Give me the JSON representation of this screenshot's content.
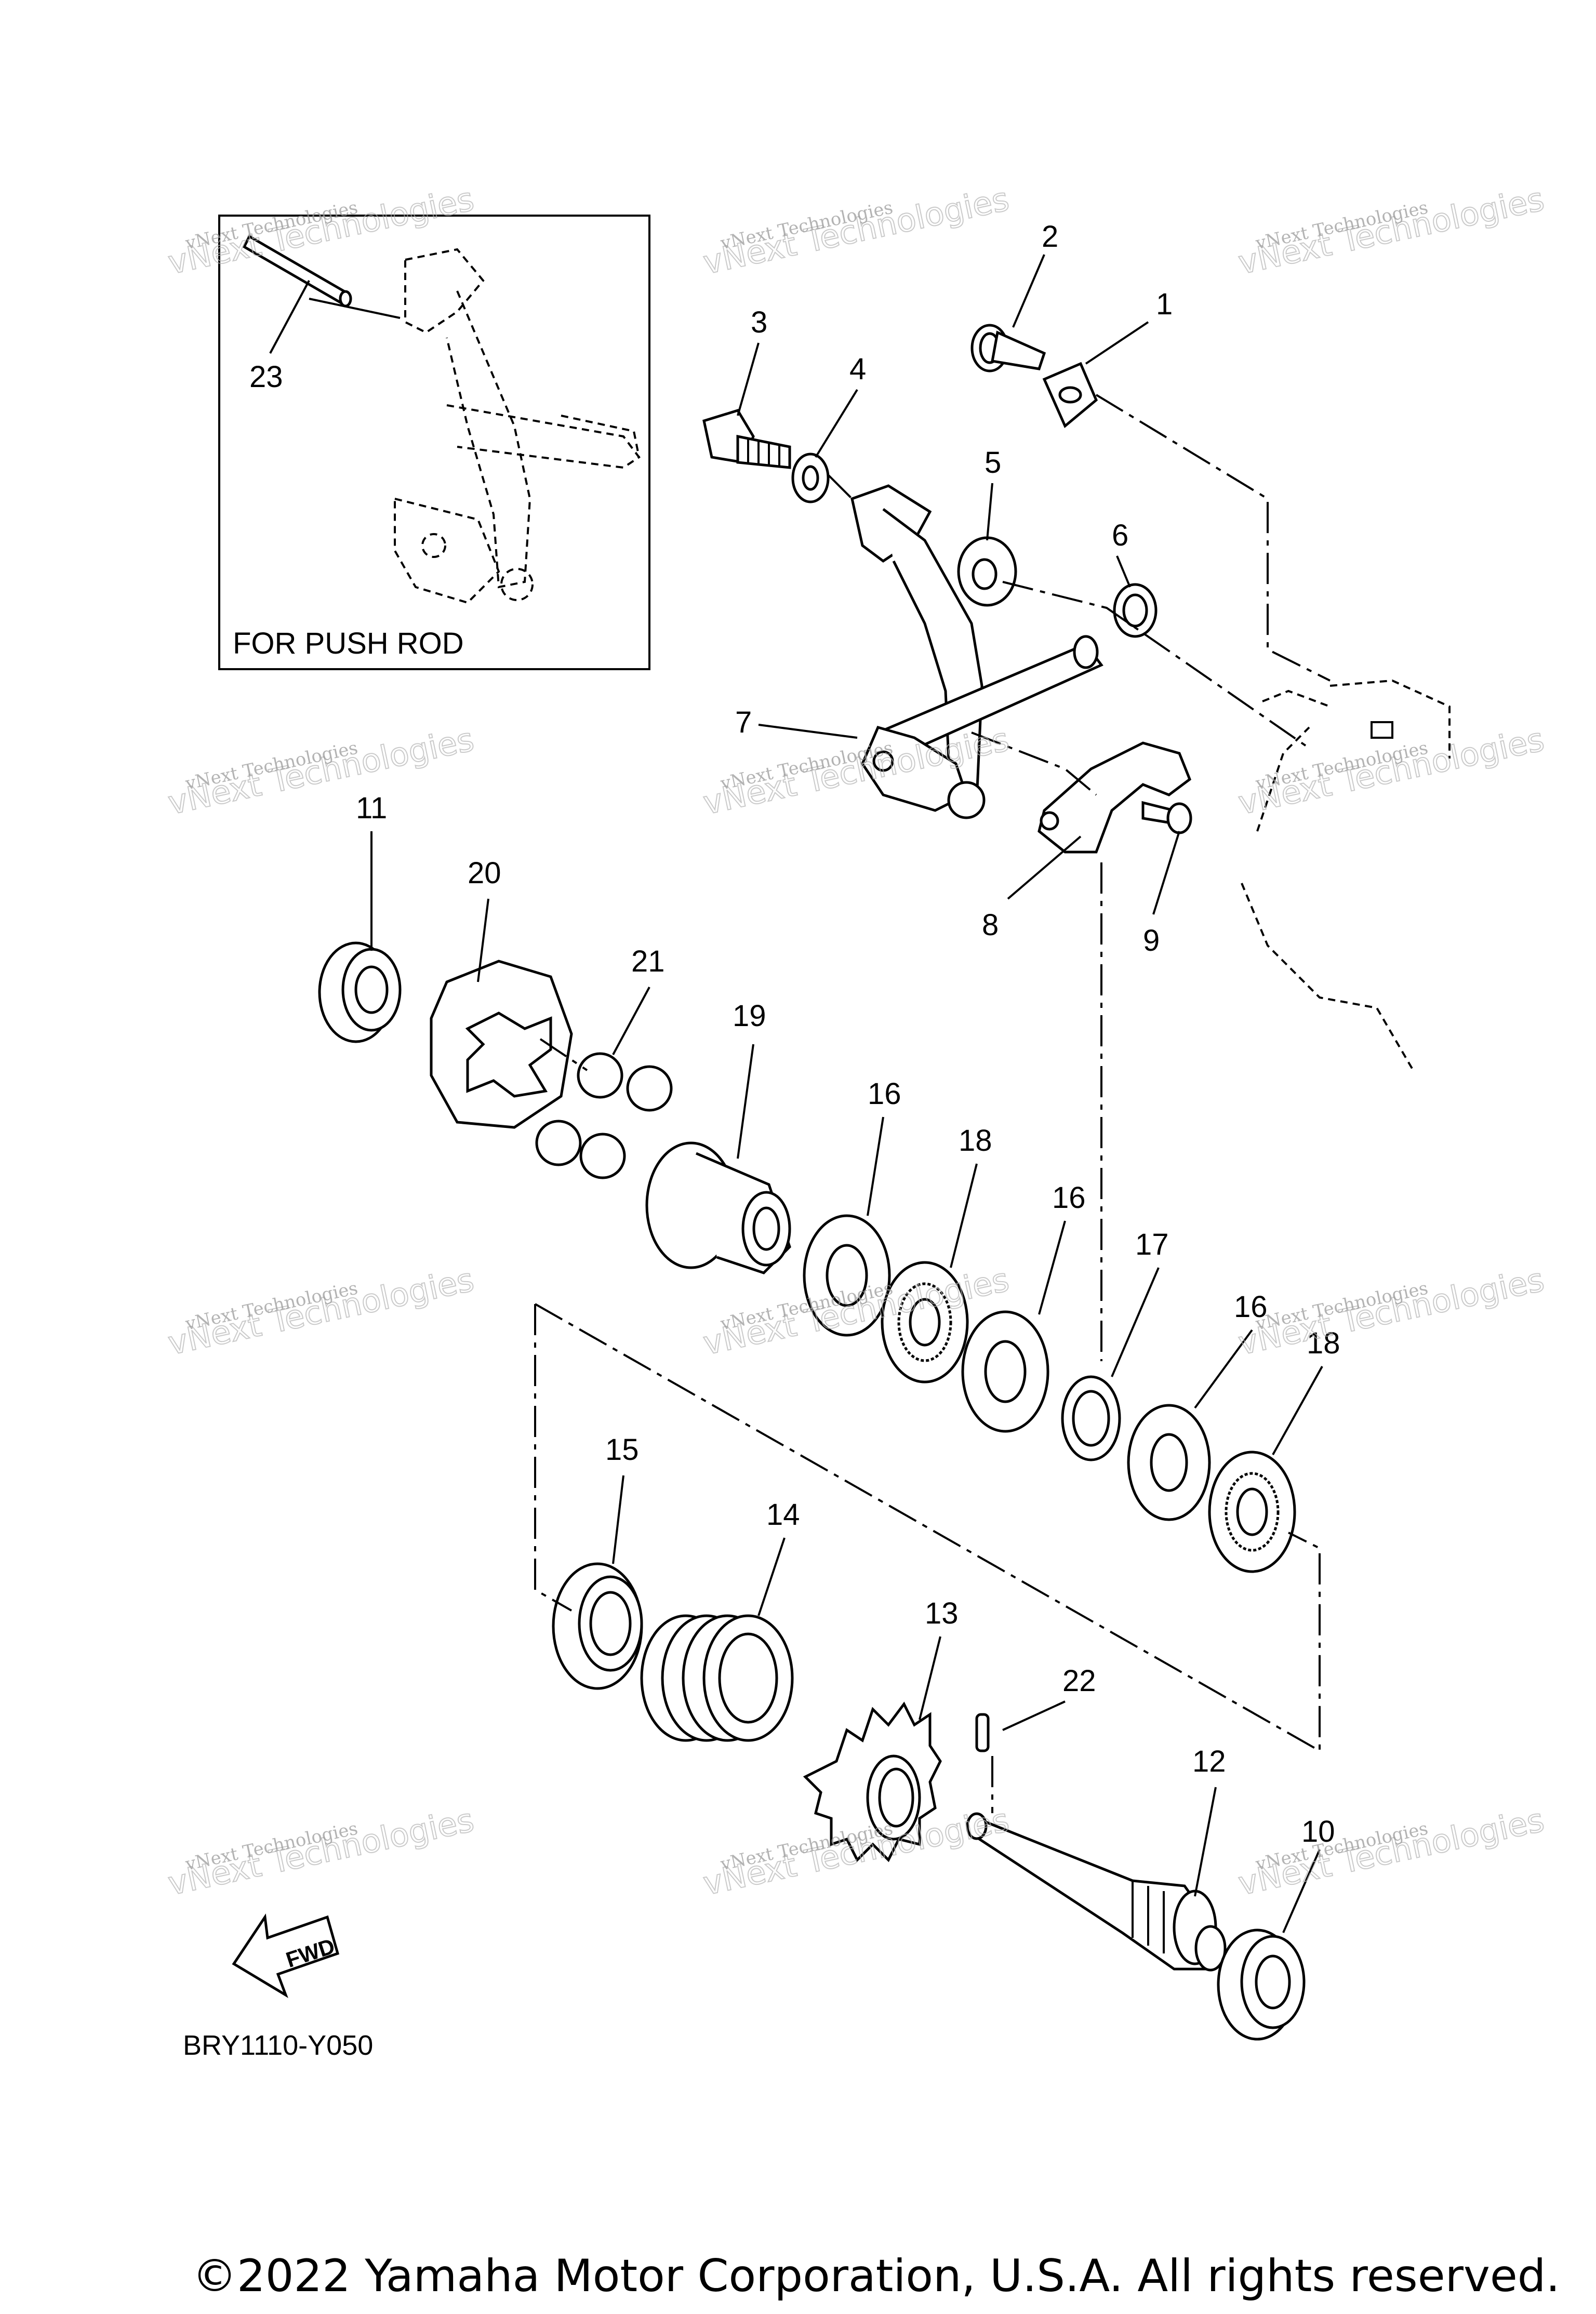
{
  "diagram": {
    "inset_caption": "FOR PUSH ROD",
    "drawing_code": "BRY1110-Y050",
    "fwd_label": "FWD",
    "copyright": "©2022 Yamaha Motor Corporation, U.S.A. All rights reserved.",
    "watermark": {
      "line1": "vNext Technologies",
      "line2": "vNext Technologies"
    },
    "callouts": [
      "1",
      "2",
      "3",
      "4",
      "5",
      "6",
      "7",
      "8",
      "9",
      "10",
      "11",
      "12",
      "13",
      "14",
      "15",
      "16",
      "16",
      "16",
      "17",
      "18",
      "18",
      "19",
      "20",
      "21",
      "22",
      "23"
    ]
  }
}
